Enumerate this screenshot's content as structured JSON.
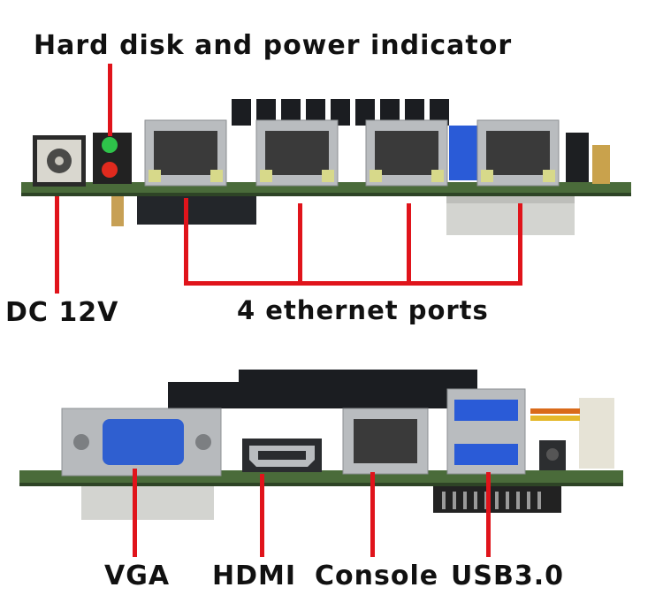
{
  "labels": {
    "hard_disk_power": "Hard disk and power indicator",
    "dc": "DC 12V",
    "ethernet": "4 ethernet ports",
    "vga": "VGA",
    "hdmi": "HDMI",
    "console": "Console",
    "usb": "USB3.0"
  },
  "colors": {
    "callout_line": "#e0141b",
    "pcb": "#4a6b3a",
    "heatsink": "#1b1d21",
    "metal": "#b9bcbf",
    "usb_blue": "#2a5bd7",
    "vga_blue": "#2f5fd0"
  }
}
